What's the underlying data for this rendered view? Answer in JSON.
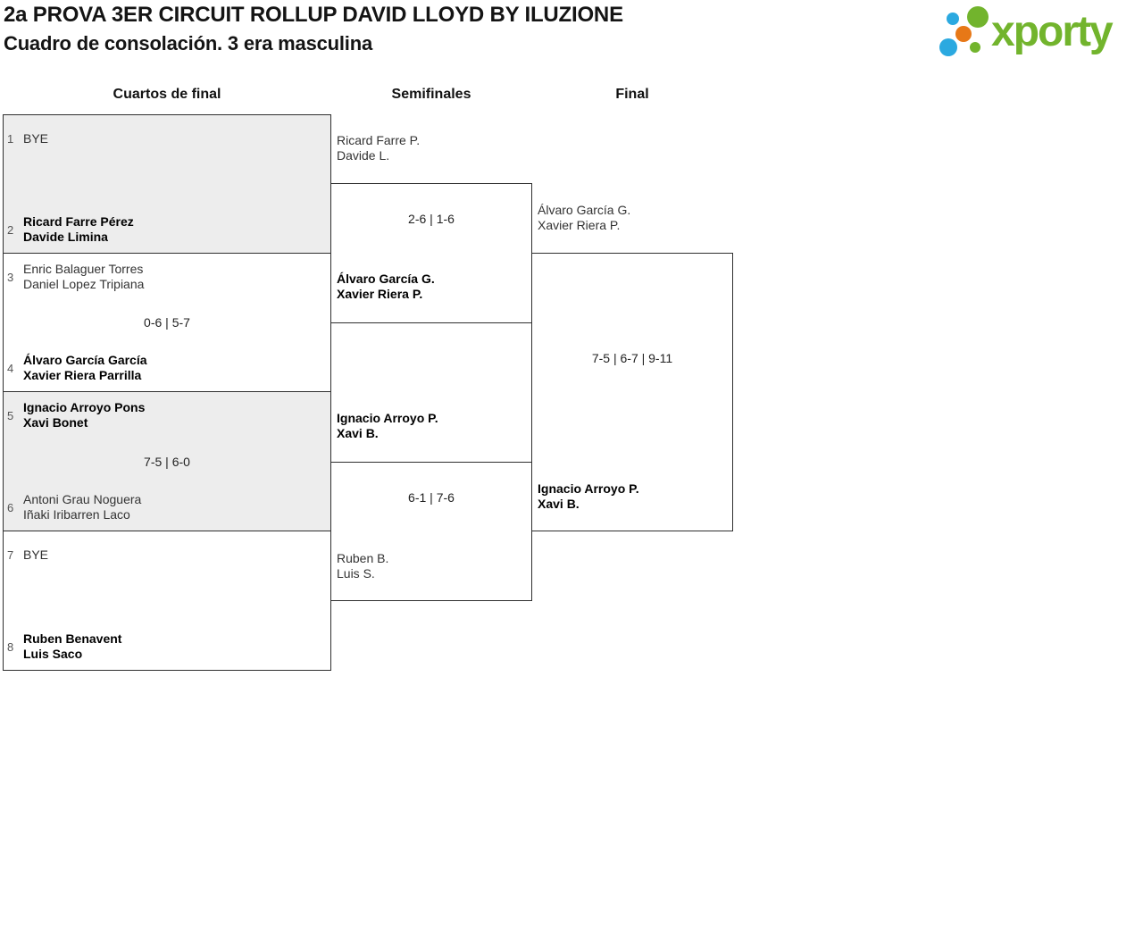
{
  "header": {
    "title_line1": "2a PROVA 3ER CIRCUIT ROLLUP DAVID LLOYD BY ILUZIONE",
    "title_line2": "Cuadro de consolación. 3 era masculina",
    "logo_text": "xporty"
  },
  "colors": {
    "brand_green": "#72b42d",
    "brand_blue": "#2ba9e0",
    "brand_orange": "#e77817",
    "shaded_box": "#ededed",
    "box_border": "#2f2f2f"
  },
  "bracket": {
    "rounds": [
      {
        "name": "Cuartos de final",
        "matches": [
          {
            "score": "",
            "top": {
              "seed": "1",
              "line1": "BYE",
              "line2": "",
              "winner": false
            },
            "bottom": {
              "seed": "2",
              "line1": "Ricard Farre Pérez",
              "line2": "Davide Limina",
              "winner": true
            }
          },
          {
            "score": "0-6 | 5-7",
            "top": {
              "seed": "3",
              "line1": "Enric Balaguer Torres",
              "line2": "Daniel Lopez Tripiana",
              "winner": false
            },
            "bottom": {
              "seed": "4",
              "line1": "Álvaro García García",
              "line2": "Xavier Riera Parrilla",
              "winner": true
            }
          },
          {
            "score": "7-5 | 6-0",
            "top": {
              "seed": "5",
              "line1": "Ignacio Arroyo Pons",
              "line2": "Xavi Bonet",
              "winner": true
            },
            "bottom": {
              "seed": "6",
              "line1": "Antoni Grau Noguera",
              "line2": "Iñaki Iribarren Laco",
              "winner": false
            }
          },
          {
            "score": "",
            "top": {
              "seed": "7",
              "line1": "BYE",
              "line2": "",
              "winner": false
            },
            "bottom": {
              "seed": "8",
              "line1": "Ruben Benavent",
              "line2": "Luis Saco",
              "winner": true
            }
          }
        ]
      },
      {
        "name": "Semifinales",
        "matches": [
          {
            "score": "2-6 | 1-6",
            "top": {
              "line1": "Ricard Farre P.",
              "line2": "Davide L.",
              "winner": false
            },
            "bottom": {
              "line1": "Álvaro García G.",
              "line2": "Xavier Riera P.",
              "winner": true
            }
          },
          {
            "score": "6-1 | 7-6",
            "top": {
              "line1": "Ignacio Arroyo P.",
              "line2": "Xavi B.",
              "winner": true
            },
            "bottom": {
              "line1": "Ruben B.",
              "line2": "Luis S.",
              "winner": false
            }
          }
        ]
      },
      {
        "name": "Final",
        "matches": [
          {
            "score": "7-5 | 6-7 | 9-11",
            "top": {
              "line1": "Álvaro García G.",
              "line2": "Xavier Riera P.",
              "winner": false
            },
            "bottom": {
              "line1": "Ignacio Arroyo P.",
              "line2": "Xavi B.",
              "winner": true
            }
          }
        ]
      }
    ]
  }
}
